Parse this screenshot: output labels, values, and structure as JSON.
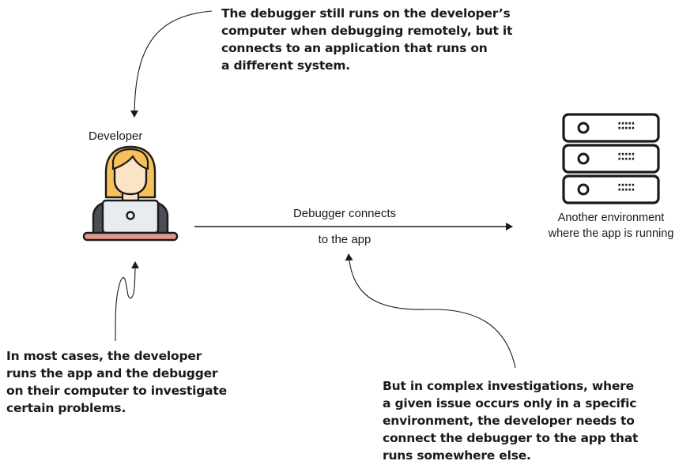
{
  "nodes": {
    "developer": {
      "label": "Developer"
    },
    "server": {
      "label": "Another environment\nwhere the app is running"
    }
  },
  "edges": {
    "connection": {
      "label_line1": "Debugger connects",
      "label_line2": "to the app"
    }
  },
  "annotations": {
    "top": "The debugger still runs on the developer’s\ncomputer when debugging remotely, but it\nconnects to an application that runs on\na different system.",
    "bottom_left": "In most cases, the developer\nruns the app and the debugger\non their computer to investigate\ncertain problems.",
    "bottom_right": "But in complex investigations, where\na given issue occurs only in a specific\nenvironment, the developer needs to\nconnect the debugger to the app that\nruns somewhere else."
  },
  "icons": {
    "developer": "developer-at-laptop-icon",
    "server": "server-rack-icon"
  },
  "colors": {
    "hair": "#f6c15a",
    "skin": "#fbe3c5",
    "laptop": "#e9ecef",
    "desk": "#e09a8c",
    "shirt": "#4b4d57",
    "outline": "#1a1a1a"
  }
}
